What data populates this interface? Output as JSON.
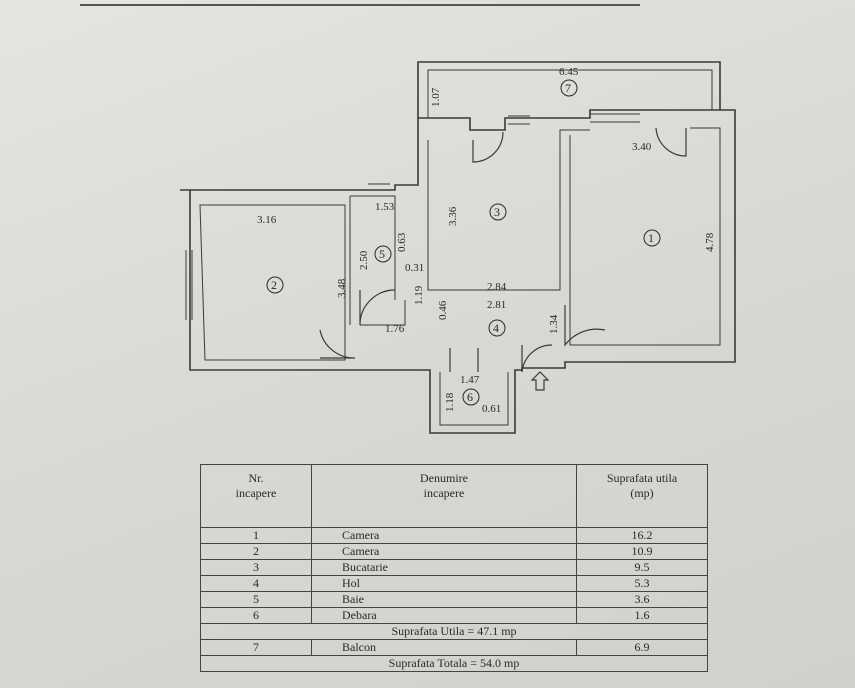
{
  "plan": {
    "rooms": [
      {
        "id": "1",
        "dims": [
          "3.40",
          "4.78"
        ]
      },
      {
        "id": "2",
        "dims": [
          "3.16",
          "3.48"
        ]
      },
      {
        "id": "3",
        "dims": [
          "3.36"
        ]
      },
      {
        "id": "4",
        "dims": [
          "2.84",
          "2.81",
          "1.76",
          "1.34",
          "0.46"
        ]
      },
      {
        "id": "5",
        "dims": [
          "1.53",
          "2.50",
          "0.63",
          "0.31",
          "1.19"
        ]
      },
      {
        "id": "6",
        "dims": [
          "1.47",
          "1.18",
          "0.61"
        ]
      },
      {
        "id": "7",
        "dims": [
          "6.45",
          "1.07"
        ]
      }
    ]
  },
  "table": {
    "header": {
      "nr": "Nr.",
      "nr2": "incapere",
      "name": "Denumire",
      "name2": "incapere",
      "area": "Suprafata utila",
      "area2": "(mp)"
    },
    "rows": [
      {
        "nr": "1",
        "name": "Camera",
        "area": "16.2"
      },
      {
        "nr": "2",
        "name": "Camera",
        "area": "10.9"
      },
      {
        "nr": "3",
        "name": "Bucatarie",
        "area": "9.5"
      },
      {
        "nr": "4",
        "name": "Hol",
        "area": "5.3"
      },
      {
        "nr": "5",
        "name": "Baie",
        "area": "3.6"
      },
      {
        "nr": "6",
        "name": "Debara",
        "area": "1.6"
      }
    ],
    "utila_total": "Suprafata Utila = 47.1 mp",
    "balcon": {
      "nr": "7",
      "name": "Balcon",
      "area": "6.9"
    },
    "totala": "Suprafata Totala = 54.0 mp"
  }
}
